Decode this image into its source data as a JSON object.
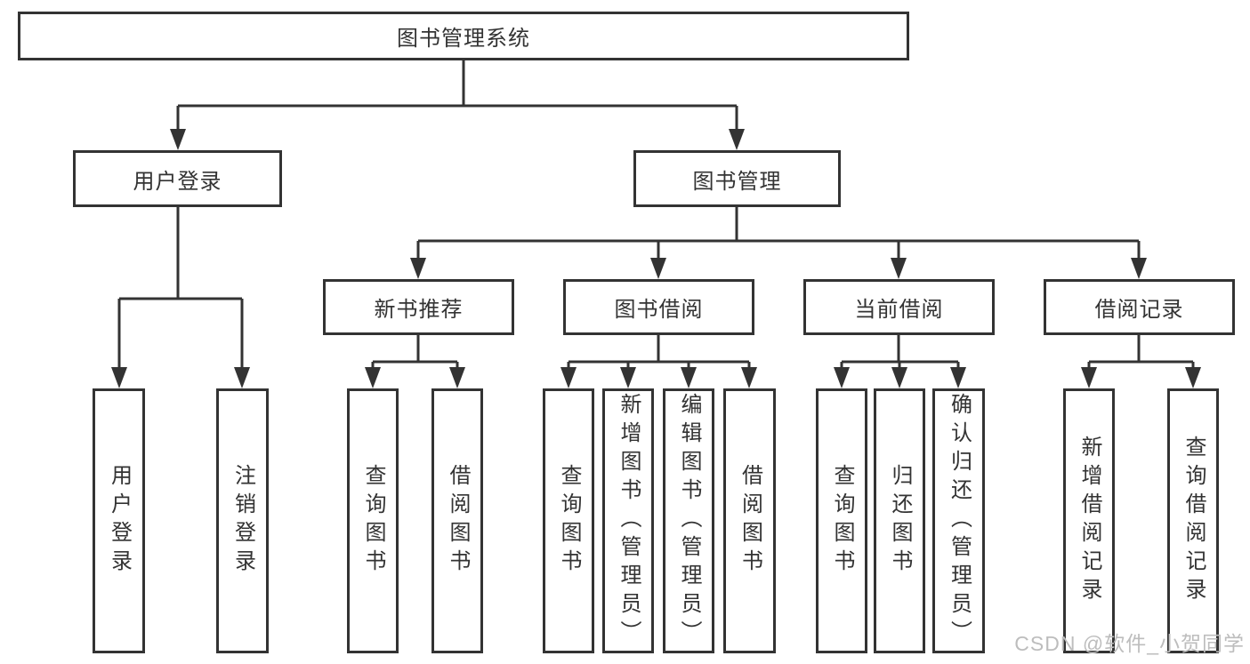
{
  "diagram": {
    "root": {
      "label": "图书管理系统"
    },
    "branches": [
      {
        "label": "用户登录",
        "children": [
          {
            "label": "用户登录"
          },
          {
            "label": "注销登录"
          }
        ]
      },
      {
        "label": "图书管理",
        "children": [
          {
            "label": "新书推荐",
            "children": [
              {
                "label": "查询图书"
              },
              {
                "label": "借阅图书"
              }
            ]
          },
          {
            "label": "图书借阅",
            "children": [
              {
                "label": "查询图书"
              },
              {
                "label": "新增图书（管理员）"
              },
              {
                "label": "编辑图书（管理员）"
              },
              {
                "label": "借阅图书"
              }
            ]
          },
          {
            "label": "当前借阅",
            "children": [
              {
                "label": "查询图书"
              },
              {
                "label": "归还图书"
              },
              {
                "label": "确认归还（管理员）"
              }
            ]
          },
          {
            "label": "借阅记录",
            "children": [
              {
                "label": "新增借阅记录"
              },
              {
                "label": "查询借阅记录"
              }
            ]
          }
        ]
      }
    ]
  },
  "watermark": {
    "text": "CSDN @软件_小贺同学"
  },
  "colors": {
    "line": "#333333",
    "text": "#333333",
    "watermark": "#bdbdbd",
    "background": "#ffffff",
    "box_bg": "#ffffff"
  }
}
